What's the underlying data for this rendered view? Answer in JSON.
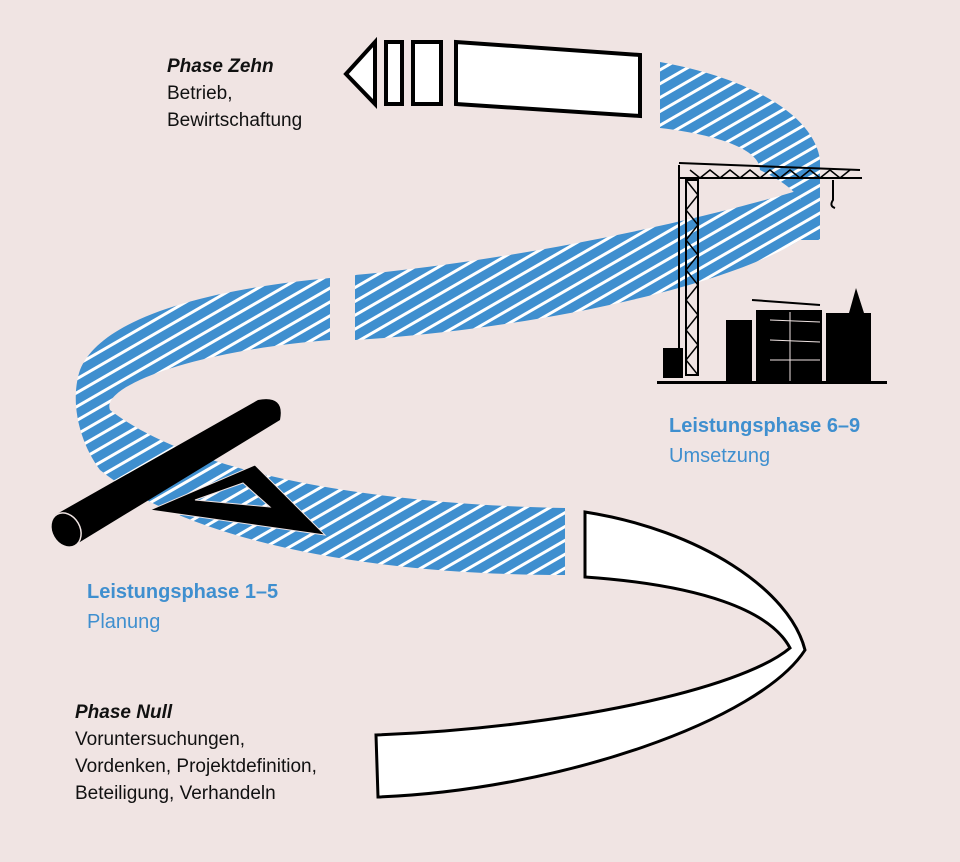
{
  "colors": {
    "background": "#f0e4e3",
    "accent": "#3f8fcf",
    "ink": "#000000"
  },
  "phase_zehn": {
    "title": "Phase Zehn",
    "lines": [
      "Betrieb,",
      "Bewirtschaftung"
    ]
  },
  "lp69": {
    "title": "Leistungsphase 6–9",
    "subtitle": "Umsetzung"
  },
  "lp15": {
    "title": "Leistungsphase 1–5",
    "subtitle": "Planung"
  },
  "phase_null": {
    "title": "Phase Null",
    "lines": [
      "Voruntersuchungen,",
      "Vordenken, Projektdefinition,",
      "Beteiligung, Verhandeln"
    ]
  },
  "icons": [
    "crane-building-icon",
    "drawing-roll-triangle-icon",
    "arrow-left-icon"
  ]
}
